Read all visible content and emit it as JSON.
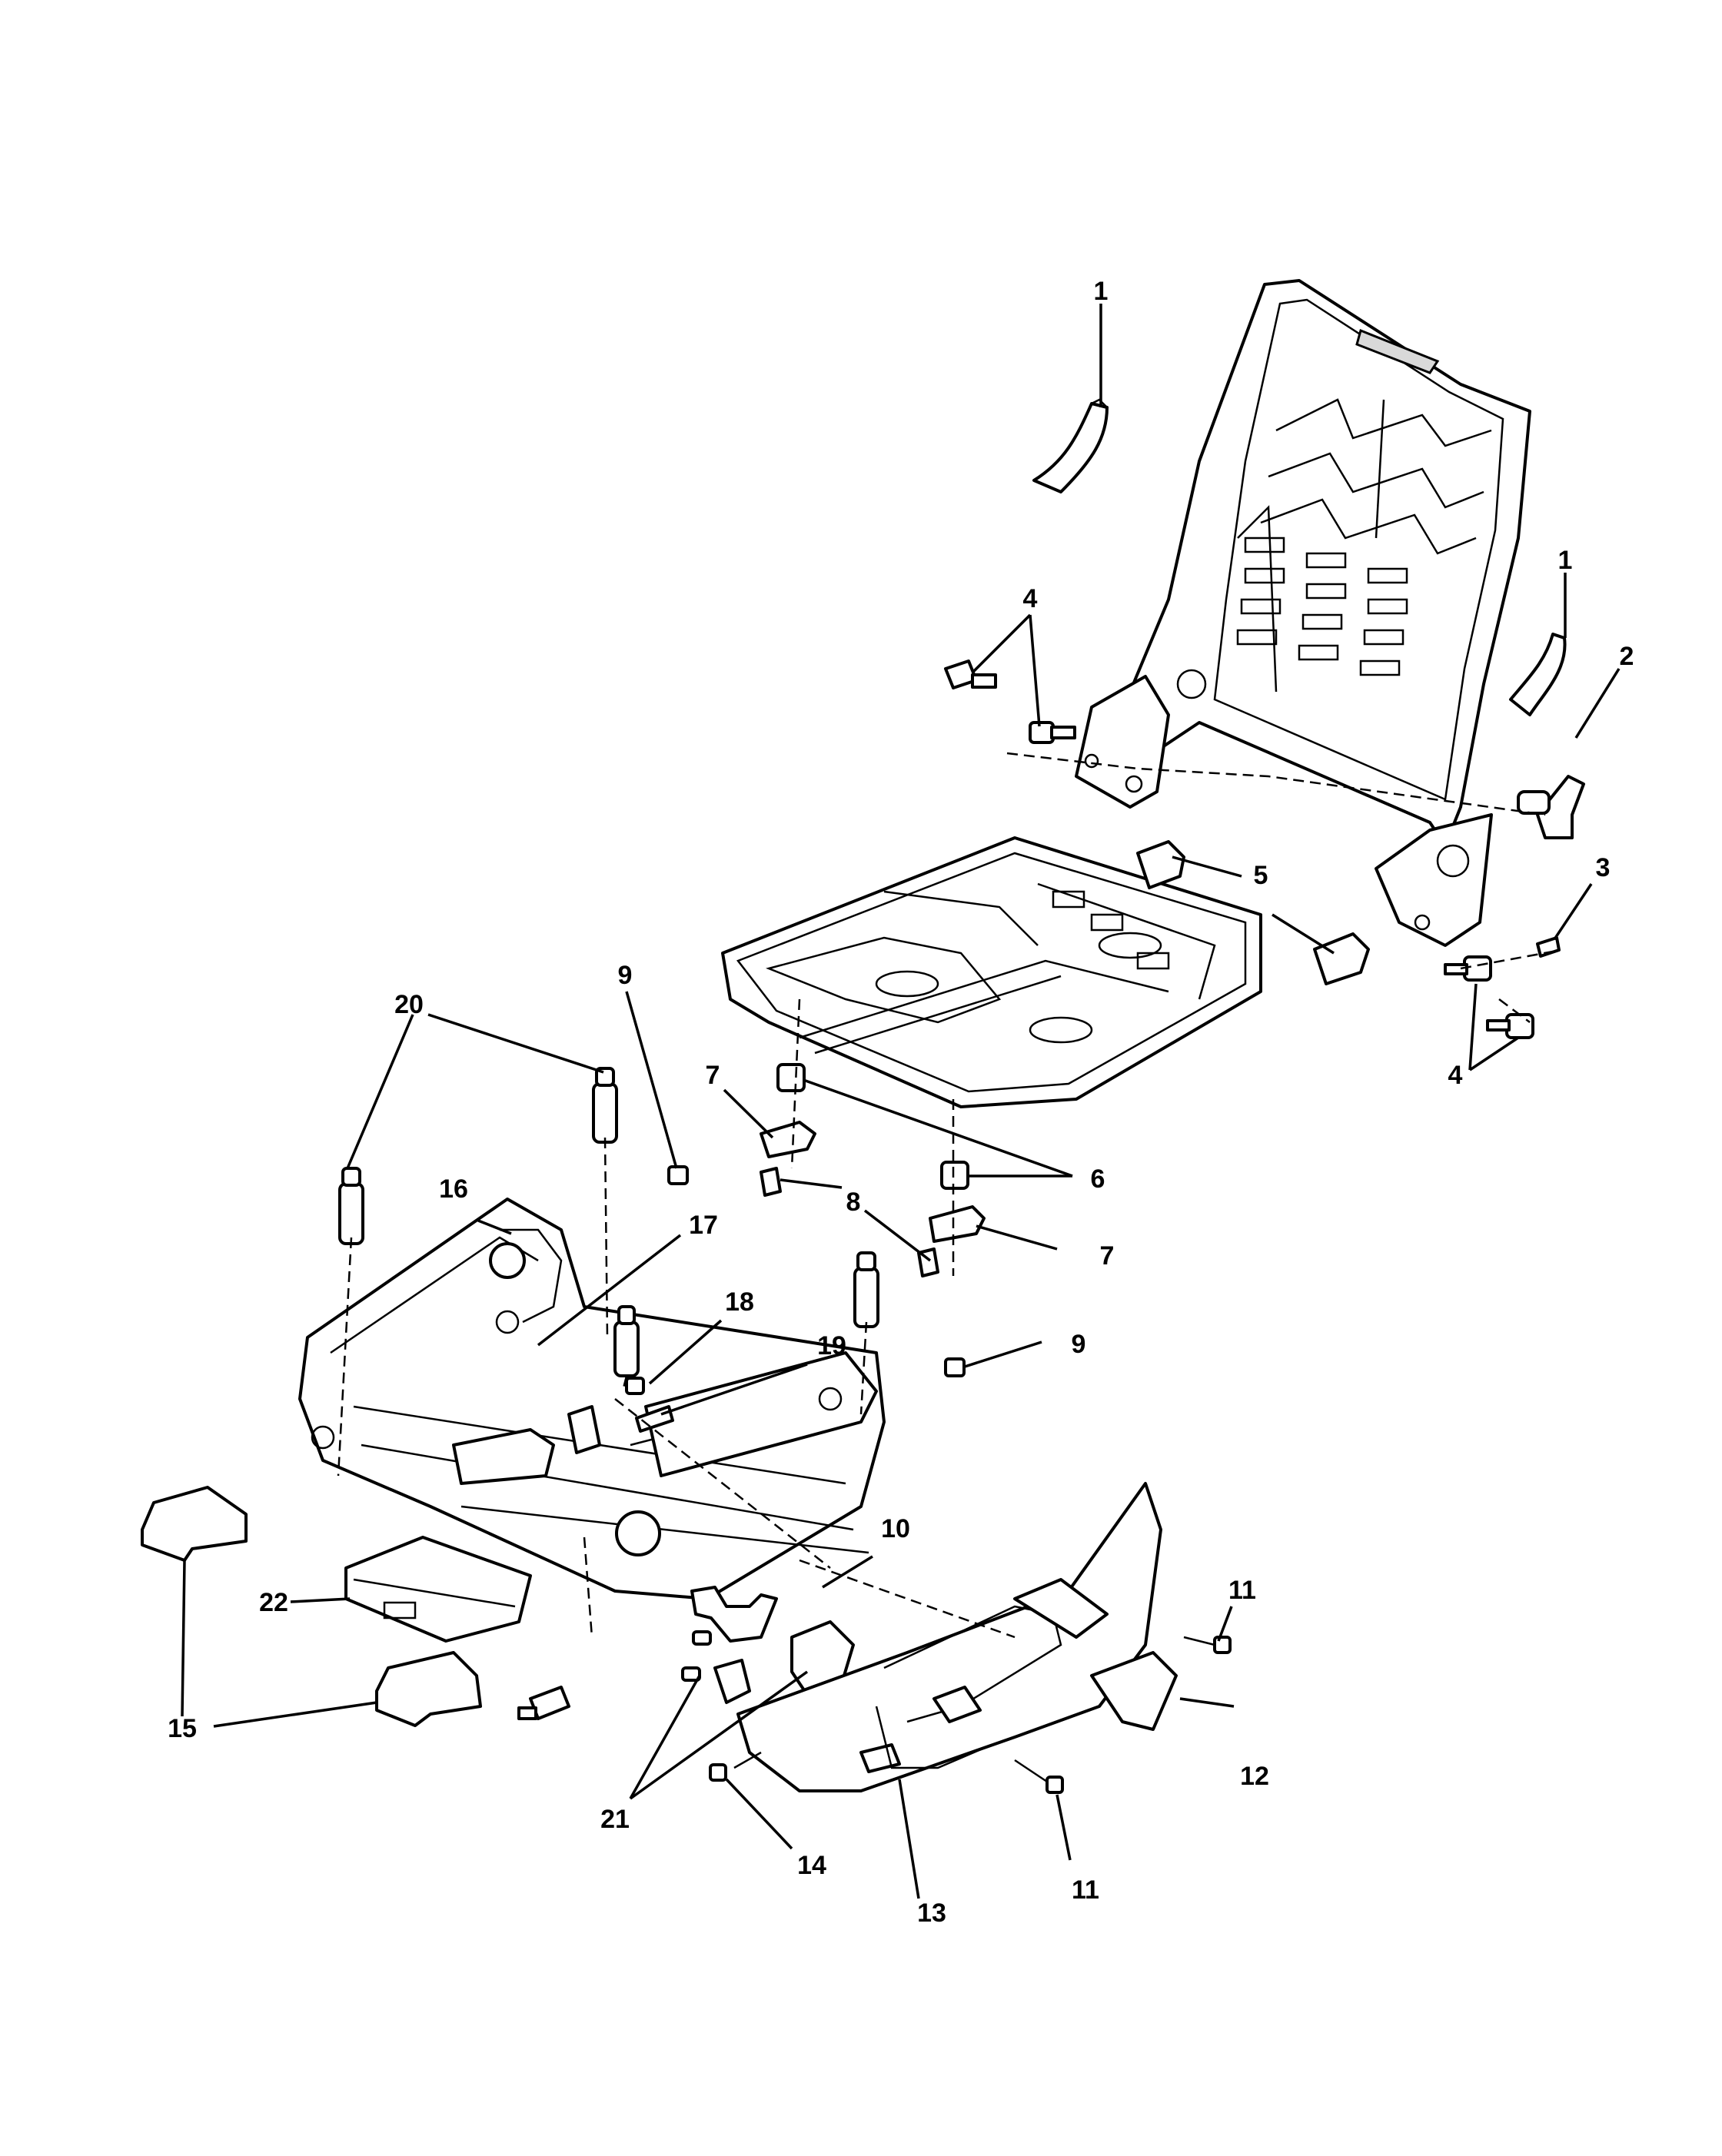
{
  "callouts": [
    {
      "id": "c1a",
      "text": "1"
    },
    {
      "id": "c1b",
      "text": "1"
    },
    {
      "id": "c2",
      "text": "2"
    },
    {
      "id": "c3",
      "text": "3"
    },
    {
      "id": "c4a",
      "text": "4"
    },
    {
      "id": "c4b",
      "text": "4"
    },
    {
      "id": "c5",
      "text": "5"
    },
    {
      "id": "c6",
      "text": "6"
    },
    {
      "id": "c7a",
      "text": "7"
    },
    {
      "id": "c7b",
      "text": "7"
    },
    {
      "id": "c8",
      "text": "8"
    },
    {
      "id": "c9a",
      "text": "9"
    },
    {
      "id": "c9b",
      "text": "9"
    },
    {
      "id": "c10",
      "text": "10"
    },
    {
      "id": "c11a",
      "text": "11"
    },
    {
      "id": "c11b",
      "text": "11"
    },
    {
      "id": "c12",
      "text": "12"
    },
    {
      "id": "c13",
      "text": "13"
    },
    {
      "id": "c14",
      "text": "14"
    },
    {
      "id": "c15",
      "text": "15"
    },
    {
      "id": "c16",
      "text": "16"
    },
    {
      "id": "c17",
      "text": "17"
    },
    {
      "id": "c18",
      "text": "18"
    },
    {
      "id": "c19",
      "text": "19"
    },
    {
      "id": "c20",
      "text": "20"
    },
    {
      "id": "c21",
      "text": "21"
    },
    {
      "id": "c22",
      "text": "22"
    }
  ]
}
